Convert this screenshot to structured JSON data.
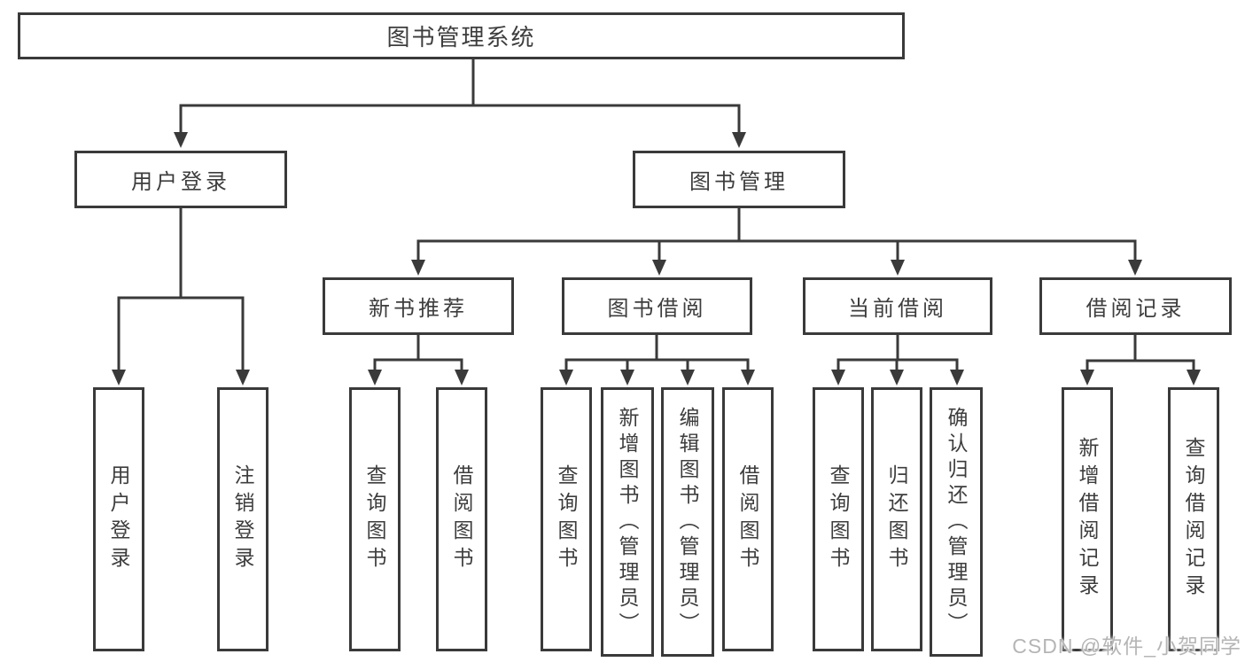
{
  "diagram": {
    "type": "hierarchy-tree",
    "colors": {
      "background": "#ffffff",
      "line": "#3a3a3a",
      "box_border": "#3a3a3a",
      "text": "#3d3d3d",
      "watermark": "#b5b5b5"
    },
    "tree": {
      "label": "图书管理系统",
      "children": [
        {
          "label": "用户登录",
          "children": [
            {
              "label": "用户登录"
            },
            {
              "label": "注销登录"
            }
          ]
        },
        {
          "label": "图书管理",
          "children": [
            {
              "label": "新书推荐",
              "children": [
                {
                  "label": "查询图书"
                },
                {
                  "label": "借阅图书"
                }
              ]
            },
            {
              "label": "图书借阅",
              "children": [
                {
                  "label": "查询图书"
                },
                {
                  "label": "新增图书（管理员）"
                },
                {
                  "label": "编辑图书（管理员）"
                },
                {
                  "label": "借阅图书"
                }
              ]
            },
            {
              "label": "当前借阅",
              "children": [
                {
                  "label": "查询图书"
                },
                {
                  "label": "归还图书"
                },
                {
                  "label": "确认归还（管理员）"
                }
              ]
            },
            {
              "label": "借阅记录",
              "children": [
                {
                  "label": "新增借阅记录"
                },
                {
                  "label": "查询借阅记录"
                }
              ]
            }
          ]
        }
      ]
    },
    "watermark": {
      "text": "CSDN @软件_小贺同学"
    }
  }
}
